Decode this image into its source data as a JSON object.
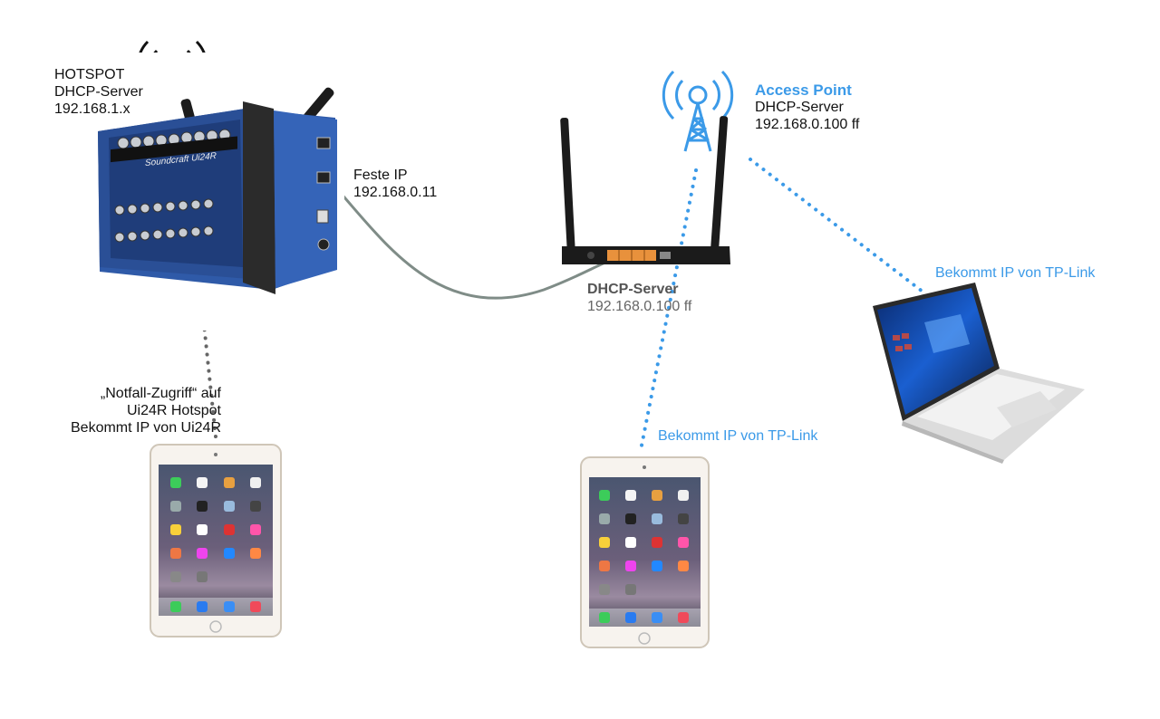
{
  "labels": {
    "hotspot": {
      "line1": "HOTSPOT",
      "line2": "DHCP-Server",
      "line3": "192.168.1.x"
    },
    "fixed_ip": {
      "line1": "Feste IP",
      "line2": "192.168.0.11"
    },
    "access_point": {
      "line1": "Access Point",
      "line2": "DHCP-Server",
      "line3": "192.168.0.100 ff"
    },
    "router": {
      "line1": "DHCP-Server",
      "line2": "192.168.0.100 ff"
    },
    "emergency": {
      "line1": "„Notfall-Zugriff“ auf",
      "line2": "Ui24R Hotspot",
      "line3": "Bekommt IP von Ui24R"
    },
    "tablet2_ip": "Bekommt IP von TP-Link",
    "laptop_ip": "Bekommt IP von TP-Link"
  },
  "devices": {
    "mixer_brand": "Soundcraft Ui24R"
  },
  "colors": {
    "wifi_blue": "#3b9ae8",
    "mixer_blue": "#2f5aa8",
    "cable_grey": "#7f8c87",
    "dots_grey": "#666666",
    "router_black": "#1b1b1b",
    "port_orange": "#e8913c"
  },
  "icons": {
    "hotspot_tower": "radio-tower-icon",
    "access_point_tower": "radio-tower-icon"
  }
}
